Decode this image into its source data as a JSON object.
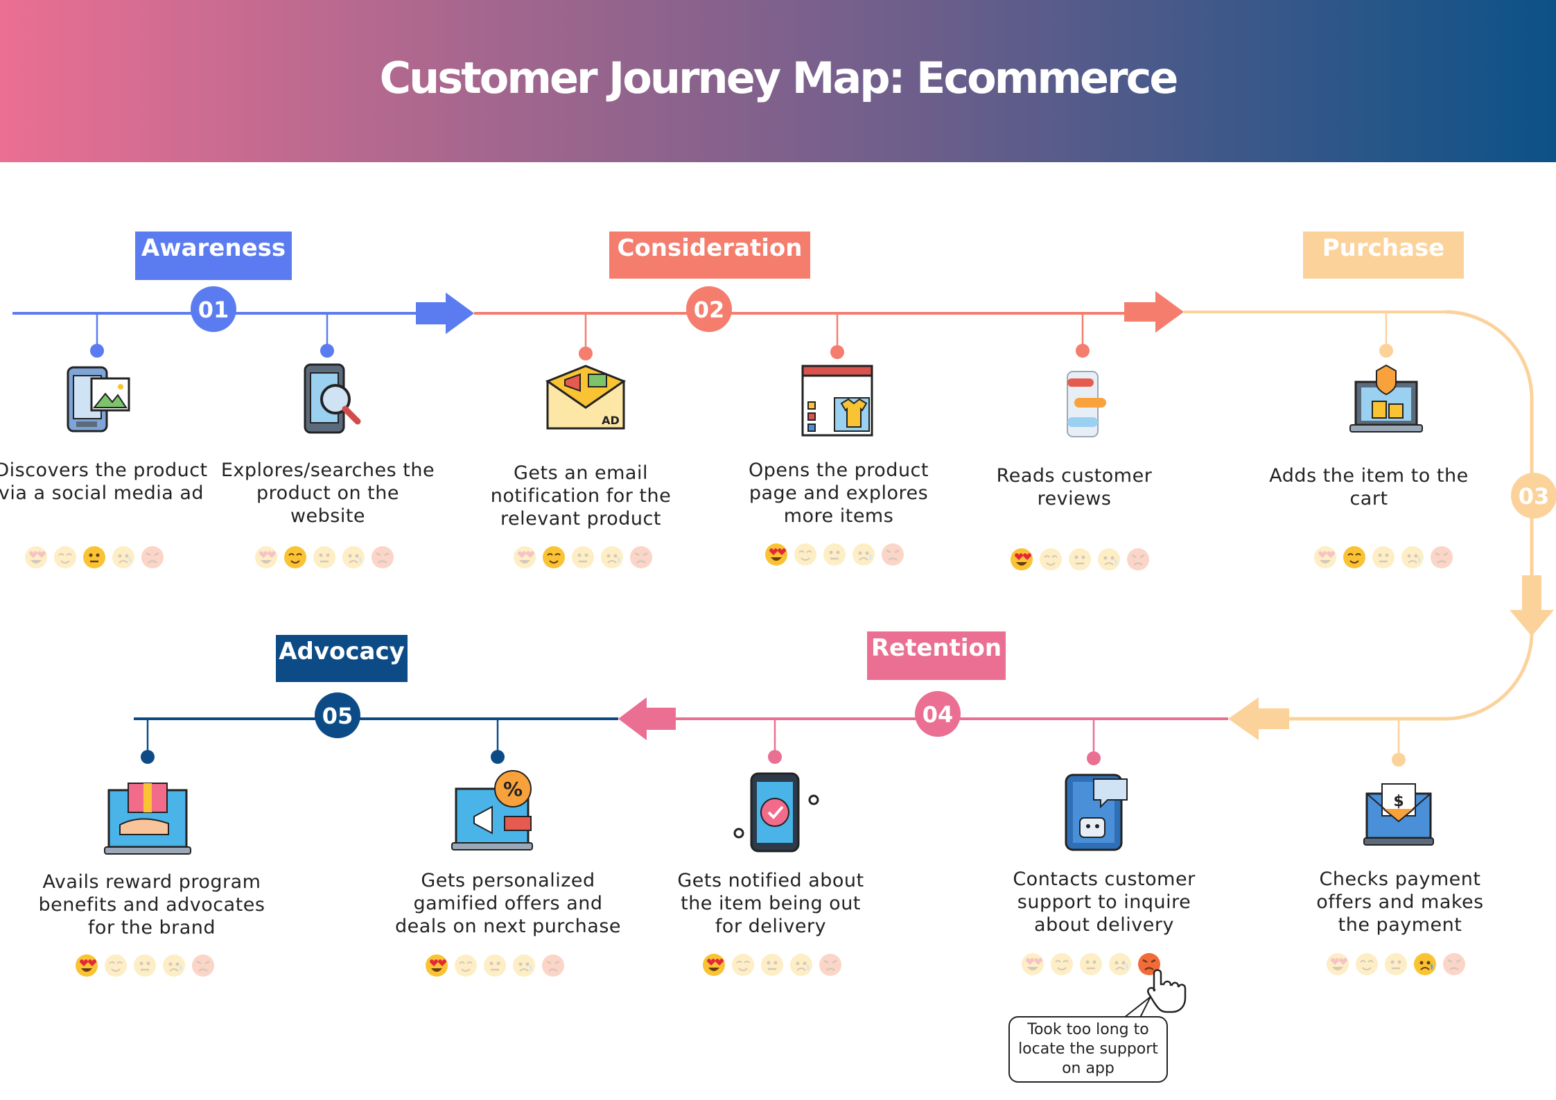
{
  "title": "Customer Journey Map: Ecommerce",
  "stages": [
    {
      "name": "Awareness",
      "number": "01",
      "color": "#5b7cf0"
    },
    {
      "name": "Consideration",
      "number": "02",
      "color": "#f47d6e"
    },
    {
      "name": "Purchase",
      "number": "03",
      "color": "#fcd29b"
    },
    {
      "name": "Retention",
      "number": "04",
      "color": "#ea6f93"
    },
    {
      "name": "Advocacy",
      "number": "05",
      "color": "#0c4b86"
    }
  ],
  "steps": [
    {
      "text": "Discovers the product via a social media ad",
      "icon": "phone-image-icon",
      "emotion": "neutral"
    },
    {
      "text": "Explores/searches the product on the website",
      "icon": "phone-search-icon",
      "emotion": "content"
    },
    {
      "text": "Gets an email notification for the relevant product",
      "icon": "email-ad-icon",
      "emotion": "content"
    },
    {
      "text": "Opens the product page and explores more items",
      "icon": "product-page-icon",
      "emotion": "delighted"
    },
    {
      "text": "Reads customer reviews",
      "icon": "reviews-chat-icon",
      "emotion": "delighted"
    },
    {
      "text": "Adds the item to the cart",
      "icon": "laptop-cart-icon",
      "emotion": "content"
    },
    {
      "text": "Checks payment offers and makes the payment",
      "icon": "payment-mail-icon",
      "emotion": "sad"
    },
    {
      "text": "Contacts customer support to inquire about delivery",
      "icon": "support-bot-icon",
      "emotion": "angry"
    },
    {
      "text": "Gets notified about the item being out for delivery",
      "icon": "phone-check-icon",
      "emotion": "delighted"
    },
    {
      "text": "Gets personalized gamified offers and deals on next purchase",
      "icon": "gamified-offer-icon",
      "emotion": "delighted"
    },
    {
      "text": "Avails reward program benefits and advocates for the brand",
      "icon": "reward-gift-icon",
      "emotion": "delighted"
    }
  ],
  "emotions": [
    "delighted",
    "content",
    "neutral",
    "sad",
    "angry"
  ],
  "callout": {
    "text": "Took too long to locate the support on app"
  }
}
